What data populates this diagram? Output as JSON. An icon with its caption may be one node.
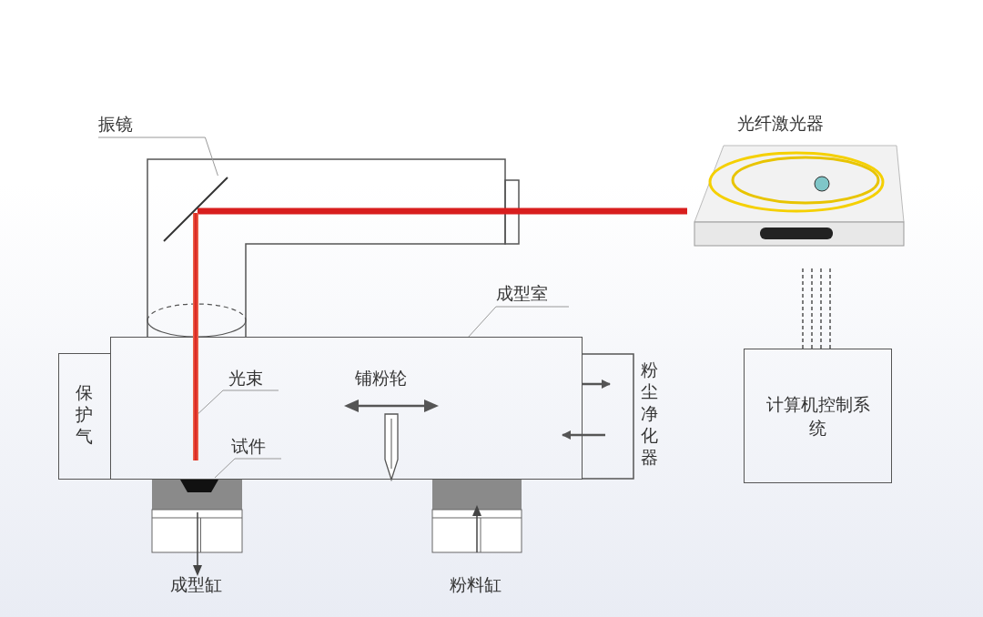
{
  "diagram": {
    "nodes": [
      {
        "text": [
          "振镜"
        ]
      },
      {
        "text": [],
        "shape": "bar"
      },
      {
        "text": [
          "光纤激光器"
        ]
      },
      {
        "text": [
          "成型室"
        ]
      },
      {
        "text": [],
        "shape": "box"
      },
      {
        "text": [
          "保护气"
        ]
      },
      {
        "text": [
          "光束"
        ],
        "in": 4
      },
      {
        "text": [],
        "shape": "bar"
      },
      {
        "text": [
          "粉尘净化器"
        ]
      },
      {
        "text": [
          "计算机控制系统"
        ]
      },
      {
        "text": [
          "试件"
        ],
        "in": 4
      },
      {
        "text": [],
        "shape": "box",
        "in": 12
      },
      {
        "text": [
          "成型缸"
        ]
      },
      {
        "text": [
          "粉料缸"
        ]
      }
    ],
    "edges": [
      {
        "from": 0,
        "to": 1,
        "arrow": "none"
      },
      {
        "from": 3,
        "to": 4,
        "arrow": "none"
      },
      {
        "from": 6,
        "to": 7,
        "arrow": "none"
      },
      {
        "from": 10,
        "to": 11,
        "arrow": "none"
      },
      {
        "from": 2,
        "to": 1,
        "arrow": "none",
        "style": "thick",
        "color": "#d81e1e"
      },
      {
        "from": 9,
        "to": 2,
        "arrow": "none",
        "style": "dashed"
      },
      {
        "from": 4,
        "to": 8,
        "arrow": "to"
      },
      {
        "from": 8,
        "to": 4,
        "arrow": "to"
      }
    ],
    "labels": [
      "铺粉轮"
    ]
  }
}
